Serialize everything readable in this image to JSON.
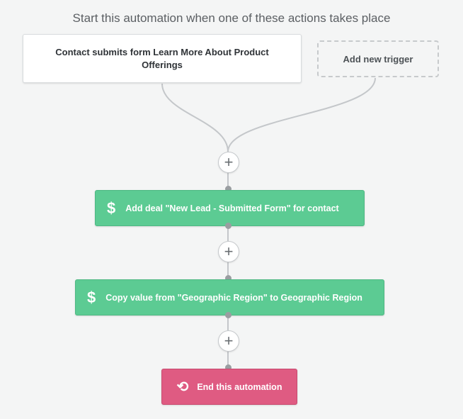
{
  "heading": "Start this automation when one of these actions takes place",
  "trigger": {
    "label": "Contact submits form Learn More About Product Offerings"
  },
  "add_trigger_label": "Add new trigger",
  "add_step_symbol": "+",
  "actions": [
    {
      "label": "Add deal \"New Lead - Submitted Form\" for contact",
      "icon": "dollar-icon",
      "glyph": "$",
      "color": "#5ccb93"
    },
    {
      "label": "Copy value from \"Geographic Region\" to Geographic Region",
      "icon": "dollar-icon",
      "glyph": "$",
      "color": "#5ccb93"
    }
  ],
  "end": {
    "label": "End this automation",
    "icon": "refresh-arrows-icon",
    "glyph": "⟲",
    "color": "#df5b82"
  }
}
